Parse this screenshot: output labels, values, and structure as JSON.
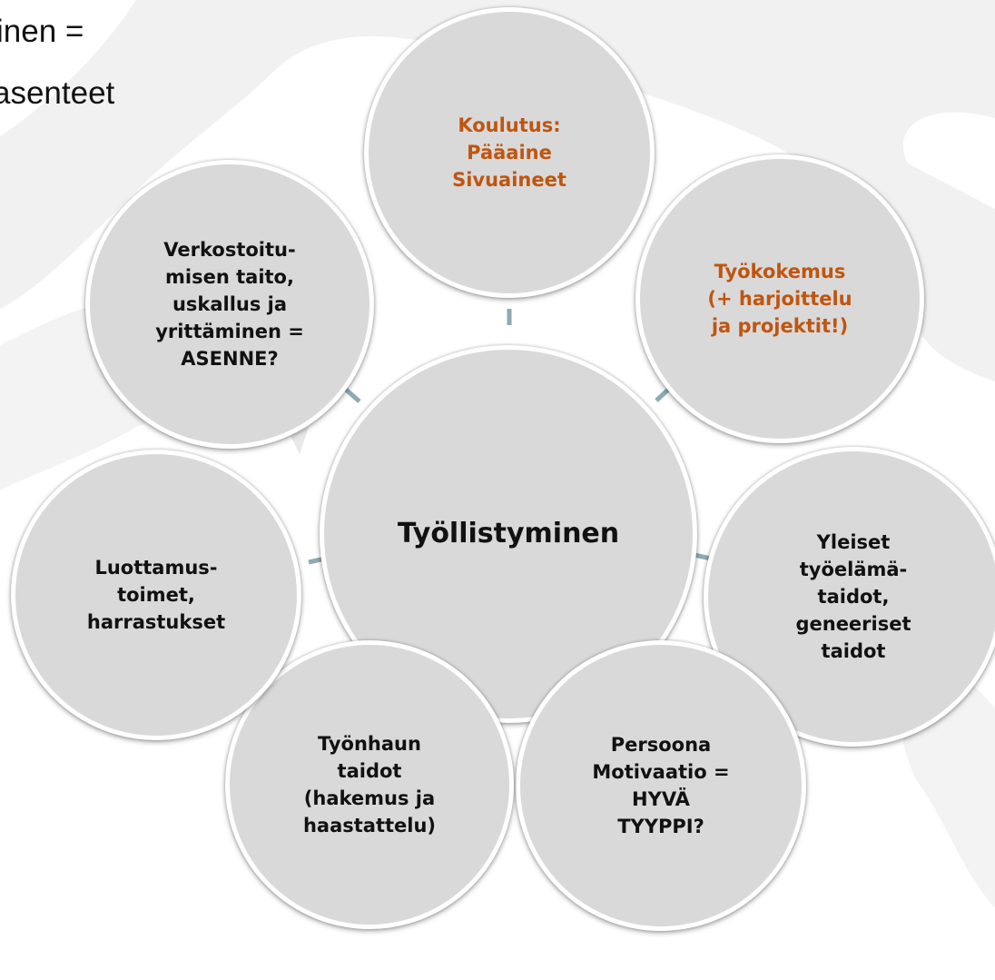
{
  "slide": {
    "text_line_1": "inen =",
    "text_line_2": "asenteet"
  },
  "diagram": {
    "center": "Työllistyminen",
    "nodes": {
      "koulutus": "Koulutus:\nPääaine\nSivuaineet",
      "tyokokemus": "Työkokemus\n(+ harjoittelu\nja projektit!)",
      "yleiset": "Yleiset\ntyöelämä-\ntaidot,\ngeneeriset\ntaidot",
      "persoona": "Persoona\nMotivaatio =\nHYVÄ\nTYYPPI?",
      "tyonhaku": "Työnhaun\ntaidot\n(hakemus ja\nhaastattelu)",
      "luottamus": "Luottamus-\ntoimet,\nharrastukset",
      "verkosto": "Verkostoitu-\nmisen taito,\nuskallus ja\nyrittäminen =\nASENNE?"
    }
  },
  "colors": {
    "circle_fill": "#d9d9d9",
    "accent_text": "#c0550f",
    "connector": "#8eaab3"
  }
}
